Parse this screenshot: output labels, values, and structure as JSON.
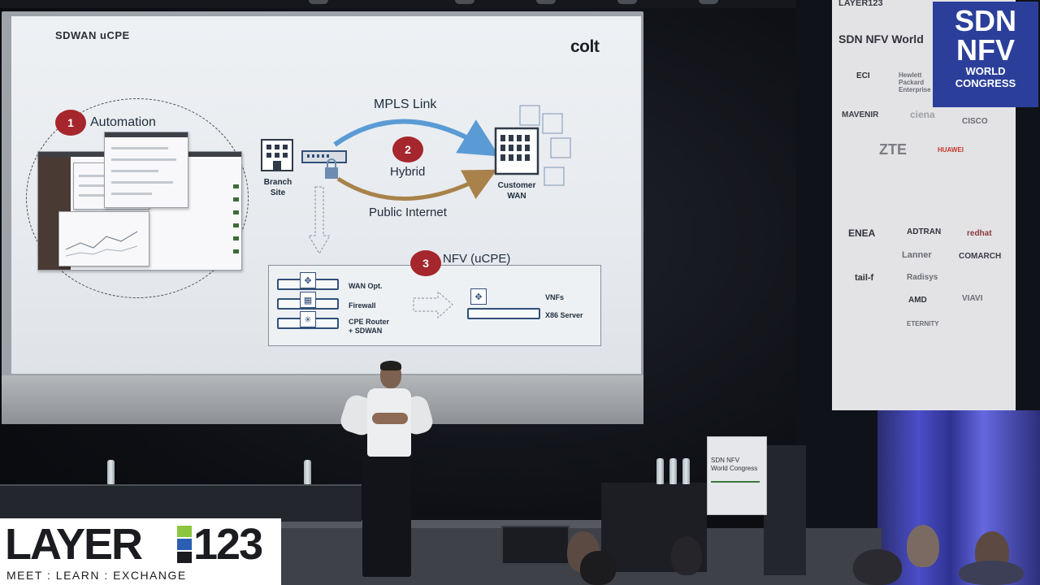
{
  "slide": {
    "title": "SDWAN uCPE",
    "brand": "colt",
    "automation": {
      "number": "1",
      "label": "Automation"
    },
    "hybrid": {
      "number": "2",
      "label": "Hybrid"
    },
    "mpls_label": "MPLS Link",
    "internet_label": "Public Internet",
    "branch_label_1": "Branch",
    "branch_label_2": "Site",
    "customer_label_1": "Customer",
    "customer_label_2": "WAN",
    "nfv": {
      "number": "3",
      "label": "NFV (uCPE)",
      "wan_opt": "WAN Opt.",
      "firewall": "Firewall",
      "cpe_router_1": "CPE Router",
      "cpe_router_2": "+ SDWAN",
      "vnfs": "VNFs",
      "x86": "X86 Server"
    }
  },
  "banner": {
    "top_text": "LAYER123",
    "title": "SDN NFV World",
    "sdn_box": {
      "line1": "SDN",
      "line2": "NFV",
      "line3": "WORLD",
      "line4": "CONGRESS"
    },
    "sponsors": [
      "ECI",
      "Hewlett Packard Enterprise",
      "MAVENIR",
      "ciena",
      "CISCO",
      "ZTE",
      "HUAWEI",
      "ENEA",
      "ADTRAN",
      "redhat",
      "Lanner",
      "COMARCH",
      "tail-f",
      "Radisys",
      "AMD",
      "VIAVI",
      "ETERNITY"
    ]
  },
  "podium": {
    "line1": "SDN NFV",
    "line2": "World Congress"
  },
  "layer123": {
    "word": "LAYER",
    "number": "123",
    "tagline": "MEET : LEARN : EXCHANGE"
  },
  "colors": {
    "badge": "#a5262c",
    "mpls_arrow": "#5a9bd5",
    "internet_arrow": "#a8824a",
    "sdn_box": "#2b3f9a",
    "curtain": "#4a4ec8"
  }
}
